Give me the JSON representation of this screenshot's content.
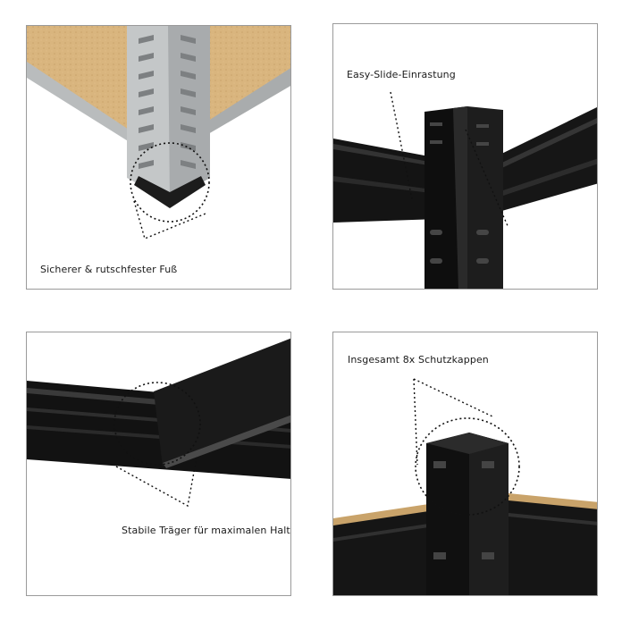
{
  "panels": [
    {
      "caption": "Sicherer & rutschfester Fuß"
    },
    {
      "caption": "Easy-Slide-Einrastung"
    },
    {
      "caption": "Stabile Träger für maximalen Halt"
    },
    {
      "caption": "Insgesamt 8x Schutzkappen"
    }
  ],
  "colors": {
    "board": "#d9b57e",
    "galvanized": "#c9cbcc",
    "steel_black": "#121212",
    "frame": "#9a9a9a"
  }
}
